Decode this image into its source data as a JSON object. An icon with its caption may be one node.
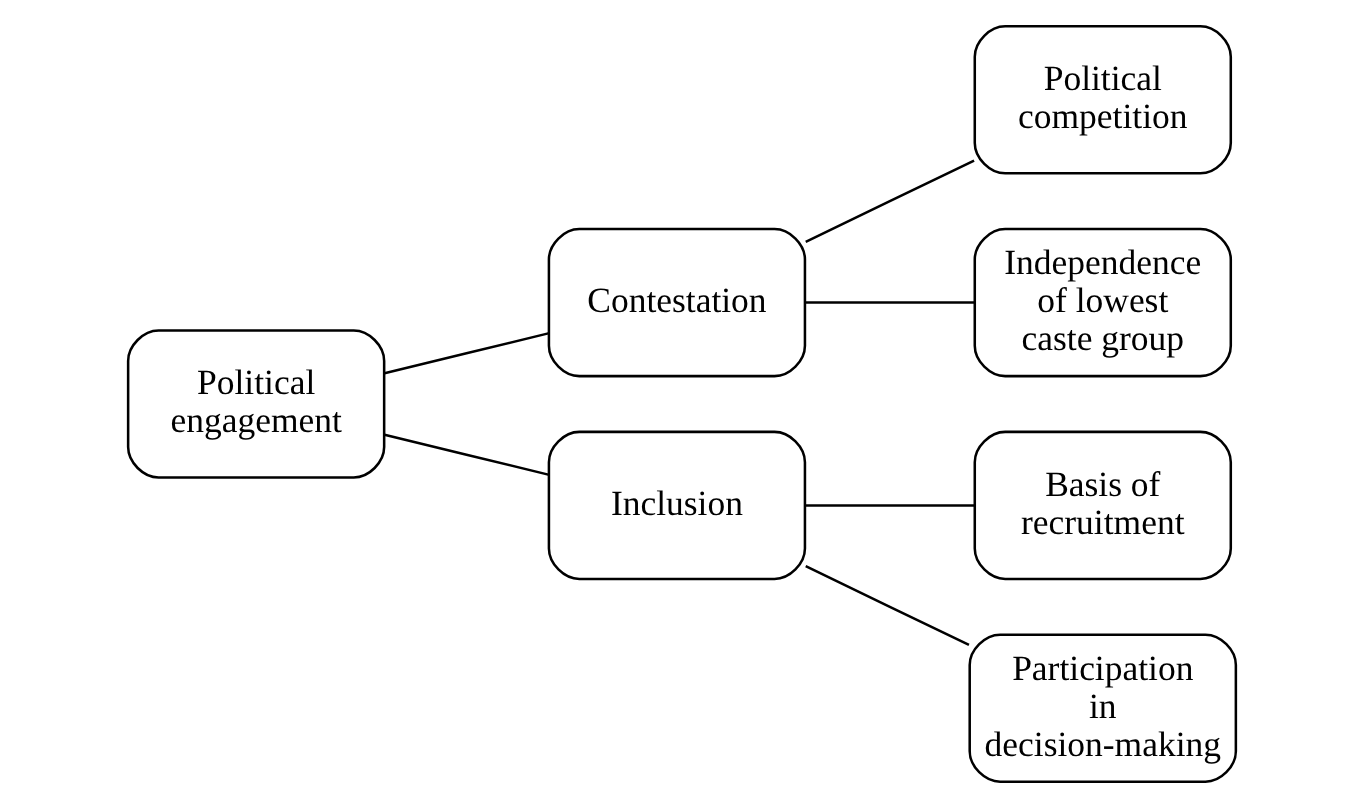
{
  "diagram": {
    "nodes": [
      {
        "text": [
          "Political engagement"
        ]
      },
      {
        "text": [
          "Contestation"
        ]
      },
      {
        "text": [
          "Inclusion"
        ]
      },
      {
        "text": [
          "Political competition"
        ]
      },
      {
        "text": [
          "Independence of lowest caste group"
        ]
      },
      {
        "text": [
          "Basis of recruitment"
        ]
      },
      {
        "text": [
          "Participation in decision-making"
        ]
      }
    ],
    "edges": [
      {
        "from": 0,
        "to": 1,
        "arrow": "none"
      },
      {
        "from": 0,
        "to": 2,
        "arrow": "none"
      },
      {
        "from": 1,
        "to": 3,
        "arrow": "none"
      },
      {
        "from": 1,
        "to": 4,
        "arrow": "none"
      },
      {
        "from": 2,
        "to": 5,
        "arrow": "none"
      },
      {
        "from": 2,
        "to": 6,
        "arrow": "none"
      }
    ]
  }
}
